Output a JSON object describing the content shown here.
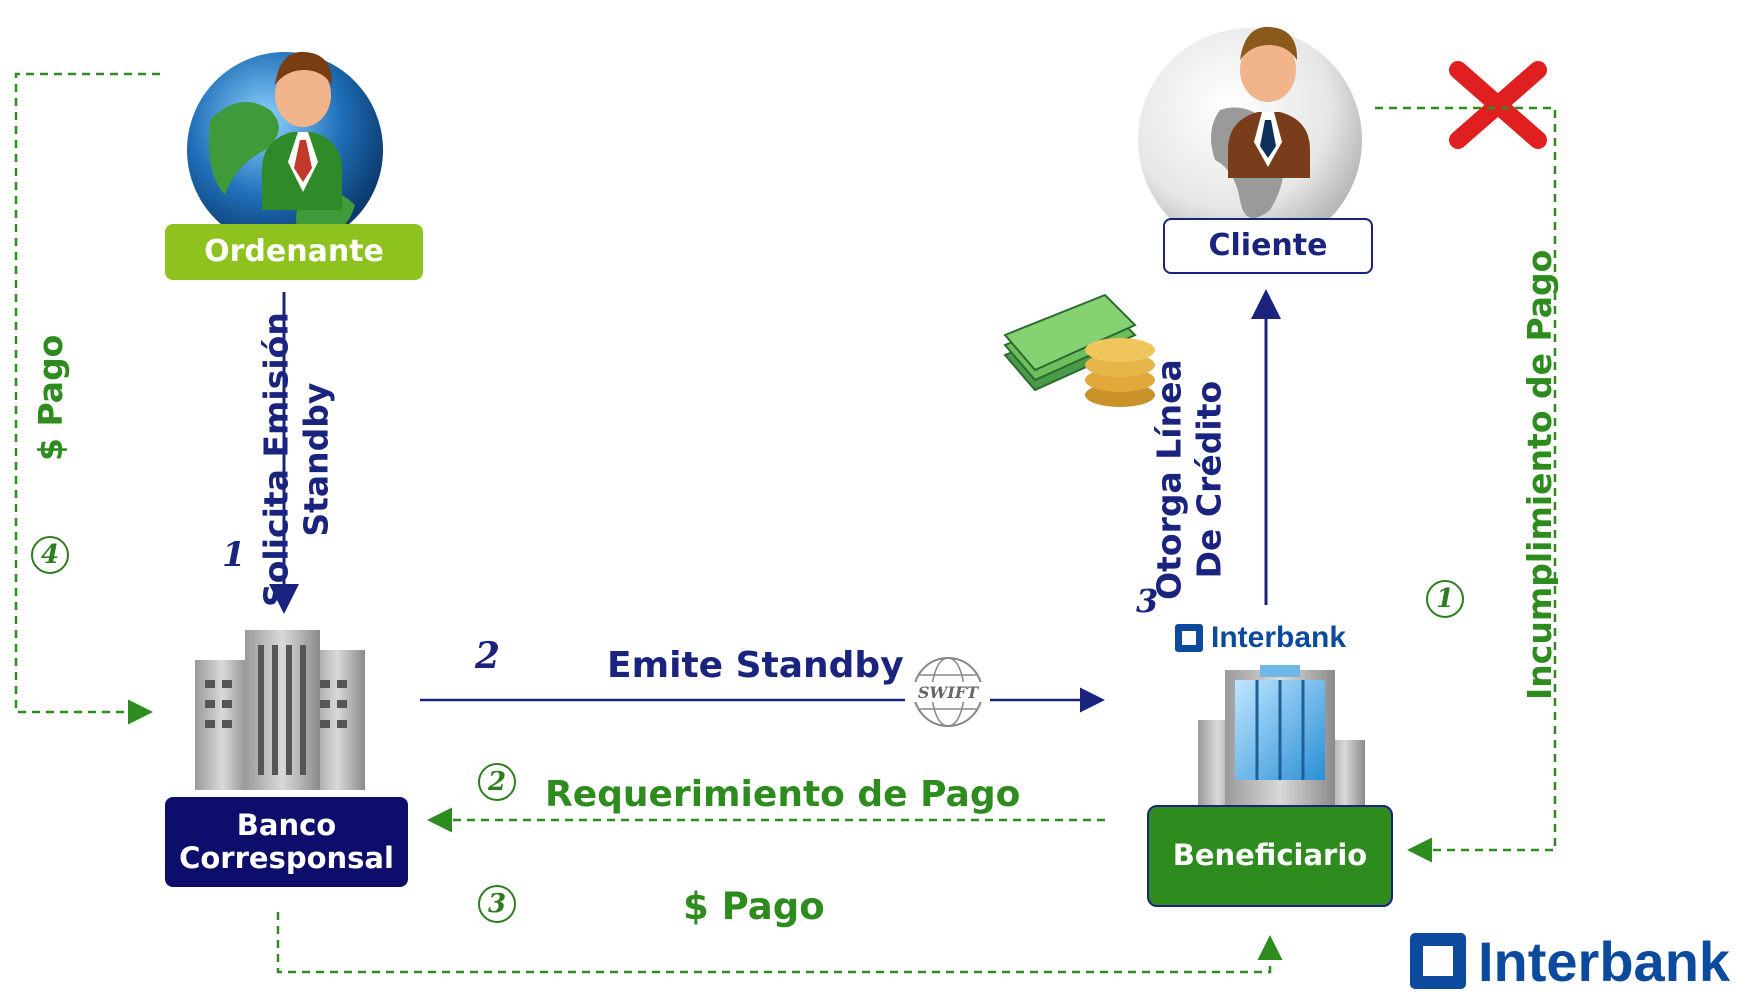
{
  "nodes": {
    "ordenante": "Ordenante",
    "cliente": "Cliente",
    "banco": "Banco\nCorresponsal",
    "beneficiario": "Beneficiario"
  },
  "flows": {
    "solicita": "Solicita Emisión\nStandby",
    "emite": "Emite Standby",
    "otorga": "Otorga Línea\nDe Crédito",
    "incumplimiento": "Incumplimiento de Pago",
    "requerimiento": "Requerimiento de Pago",
    "pago_bottom": "$ Pago",
    "pago_left": "$ Pago"
  },
  "steps": {
    "solicita_num": "1",
    "emite_num": "2",
    "otorga_num": "3",
    "incumplimiento_num": "1",
    "requerimiento_num": "2",
    "pago_bottom_num": "3",
    "pago_left_num": "4"
  },
  "logos": {
    "interbank_small": "Interbank",
    "interbank_large": "Interbank",
    "swift": "SWIFT"
  },
  "colors": {
    "green_flow": "#2e8b1e",
    "navy_flow": "#1a237e",
    "ordenante_box": "#8dc21f",
    "banco_box": "#0d0d6b",
    "beneficiario_box": "#2e8b1e",
    "interbank_blue": "#0b4a9c"
  }
}
